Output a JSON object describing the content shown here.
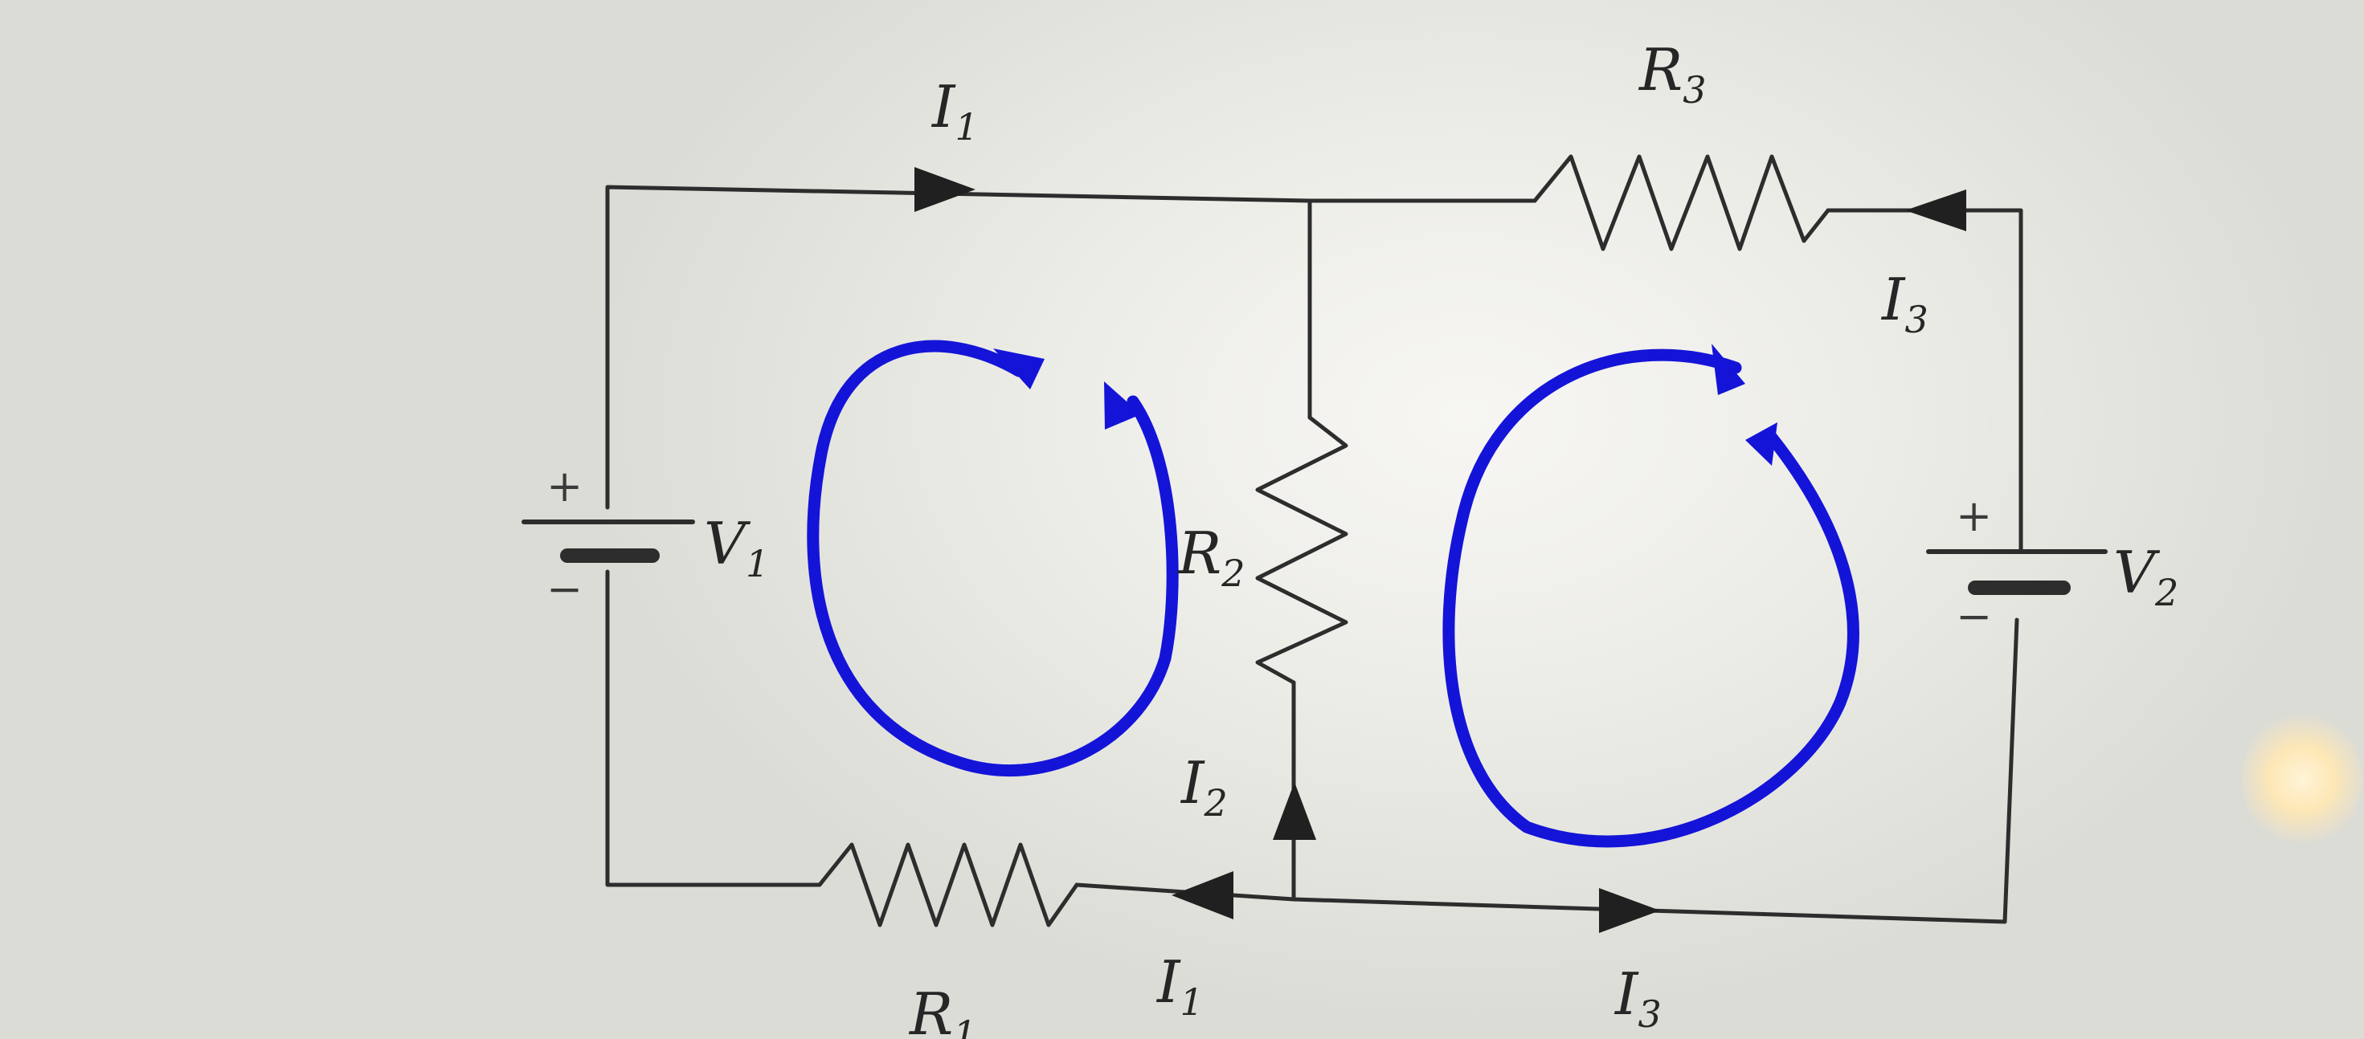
{
  "labels": {
    "i1_top": "I",
    "i1_top_sub": "1",
    "r3": "R",
    "r3_sub": "3",
    "i3_right": "I",
    "i3_right_sub": "3",
    "v1": "V",
    "v1_sub": "1",
    "v2": "V",
    "v2_sub": "2",
    "r2": "R",
    "r2_sub": "2",
    "i2": "I",
    "i2_sub": "2",
    "i1_bottom": "I",
    "i1_bottom_sub": "1",
    "i3_bottom": "I",
    "i3_bottom_sub": "3",
    "r1": "R",
    "r1_sub": "1"
  },
  "polarity": {
    "v1_plus": "+",
    "v1_minus": "−",
    "v2_plus": "+",
    "v2_minus": "−"
  },
  "colors": {
    "wire": "#2d2d2d",
    "loop": "#1414d8"
  }
}
